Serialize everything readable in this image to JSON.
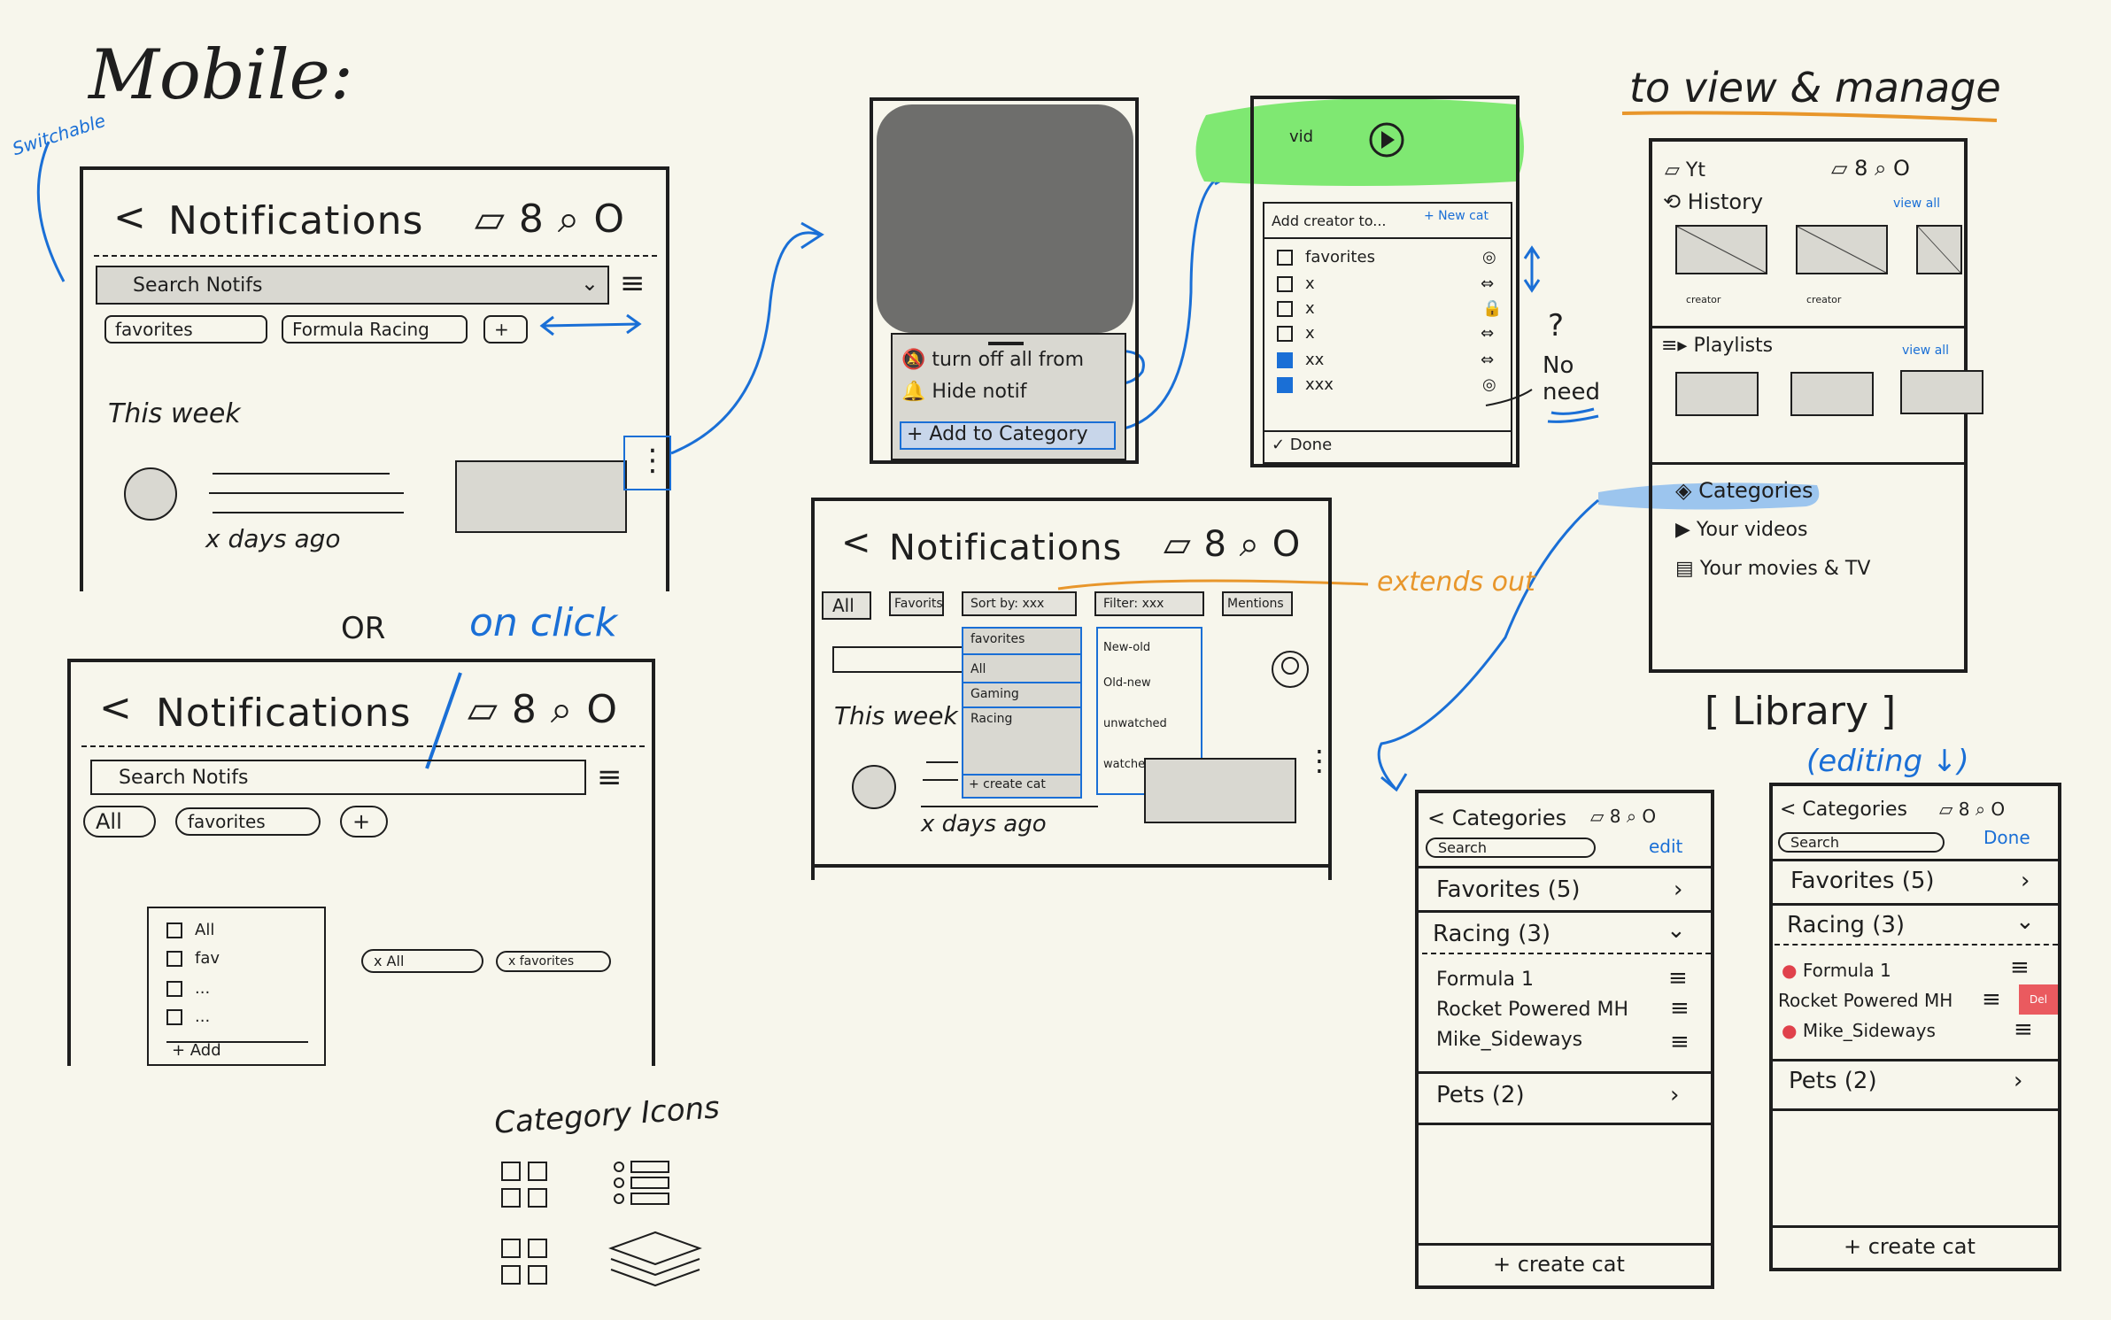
{
  "page": {
    "title": "Mobile:",
    "switchable_note": "Switchable",
    "or_label": "OR",
    "on_click_label": "on click",
    "extends_out_label": "extends out",
    "view_manage_label": "to view & manage",
    "library_label": "[ Library ]",
    "editing_label": "(editing ↓)",
    "no_need_label": "No need",
    "question_mark": "?",
    "category_icons_label": "Category Icons"
  },
  "screen1": {
    "back": "<",
    "title": "Notifications",
    "icons": "▱ 8 ⌕ O",
    "search_placeholder": "Search Notifs",
    "mic": "⌄",
    "menu": "≡",
    "chips": [
      "favorites",
      "Formula Racing",
      "+"
    ],
    "section": "This week",
    "timestamp": "x days ago",
    "more": "⋮"
  },
  "screen2": {
    "back": "<",
    "title": "Notifications",
    "icons": "▱ 8 ⌕ O",
    "search_placeholder": "Search Notifs",
    "menu": "≡",
    "chips": [
      "All",
      "favorites",
      "+"
    ],
    "dropdown": [
      "All",
      "fav",
      "...",
      "..."
    ],
    "dropdown_add": "+ Add",
    "removable_chips": [
      "x All",
      "x favorites"
    ]
  },
  "sheet_menu": {
    "items": [
      "turn off all from",
      "Hide notif",
      "+ Add to Category"
    ]
  },
  "add_creator": {
    "video_label": "vid",
    "title": "Add creator to...",
    "new_cat": "+ New cat",
    "rows": [
      {
        "label": "favorites",
        "checked": false
      },
      {
        "label": "x",
        "checked": false
      },
      {
        "label": "x",
        "checked": false
      },
      {
        "label": "x",
        "checked": false
      },
      {
        "label": "xx",
        "checked": true
      },
      {
        "label": "xxx",
        "checked": true
      }
    ],
    "done": "✓ Done"
  },
  "screen3": {
    "back": "<",
    "title": "Notifications",
    "icons": "▱ 8 ⌕ O",
    "chips": [
      "All",
      "Favorits",
      "Sort by: xxx",
      "Filter: xxx",
      "Mentions"
    ],
    "sort_options": [
      "favorites",
      "All",
      "Gaming",
      "Racing"
    ],
    "sort_create": "+ create cat",
    "filter_options": [
      "New-old",
      "Old-new",
      "unwatched",
      "watched"
    ],
    "section": "This week",
    "timestamp": "x days ago",
    "more": "⋮"
  },
  "library": {
    "top_icons": "▱ 8 ⌕ O",
    "yt": "▱ Yt",
    "history": "History",
    "view_all": "view all",
    "creator": "creator",
    "playlists": "Playlists",
    "categories": "Categories",
    "your_videos": "Your videos",
    "your_movies": "Your movies & TV"
  },
  "categories_view": {
    "back_title": "< Categories",
    "icons": "▱ 8 ⌕ O",
    "search": "Search",
    "edit": "edit",
    "rows": [
      "Favorites (5)",
      "Racing (3)",
      "Pets (2)"
    ],
    "sub_rows": [
      "Formula 1",
      "Rocket Powered MH",
      "Mike_Sideways"
    ],
    "footer": "+ create cat"
  },
  "categories_edit": {
    "back_title": "< Categories",
    "icons": "▱ 8 ⌕ O",
    "search": "Search",
    "done": "Done",
    "rows": [
      "Favorites (5)",
      "Racing (3)",
      "Pets (2)"
    ],
    "sub_rows": [
      "Formula 1",
      "Rocket Powered MH",
      "Mike_Sideways"
    ],
    "del": "Del",
    "footer": "+ create cat"
  }
}
